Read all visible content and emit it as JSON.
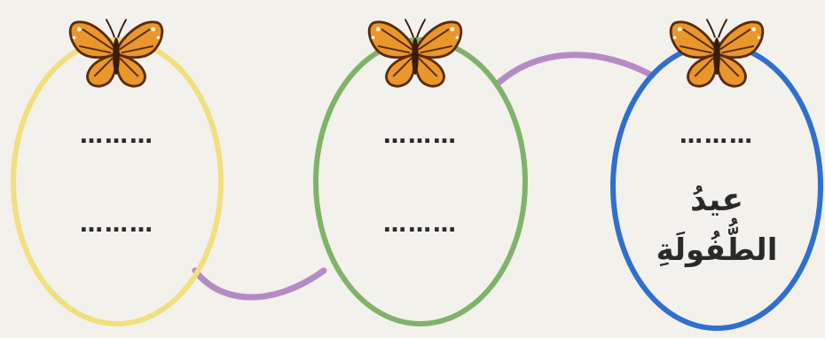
{
  "worksheet": {
    "ovals": [
      {
        "id": "left",
        "color": "#f2df7d",
        "blanks": [
          "………",
          "………"
        ]
      },
      {
        "id": "middle",
        "color": "#7fb36a",
        "blanks": [
          "………",
          "………"
        ]
      },
      {
        "id": "right",
        "color": "#2f6fcf",
        "blanks": [
          "………"
        ],
        "line1": "عيدُ",
        "line2": "الطُّفُولَةِ"
      }
    ],
    "connector_color": "#b58bc6",
    "butterfly_colors": {
      "wing": "#e9962b",
      "vein": "#5a2b0e",
      "spot": "#fff5dc"
    }
  }
}
